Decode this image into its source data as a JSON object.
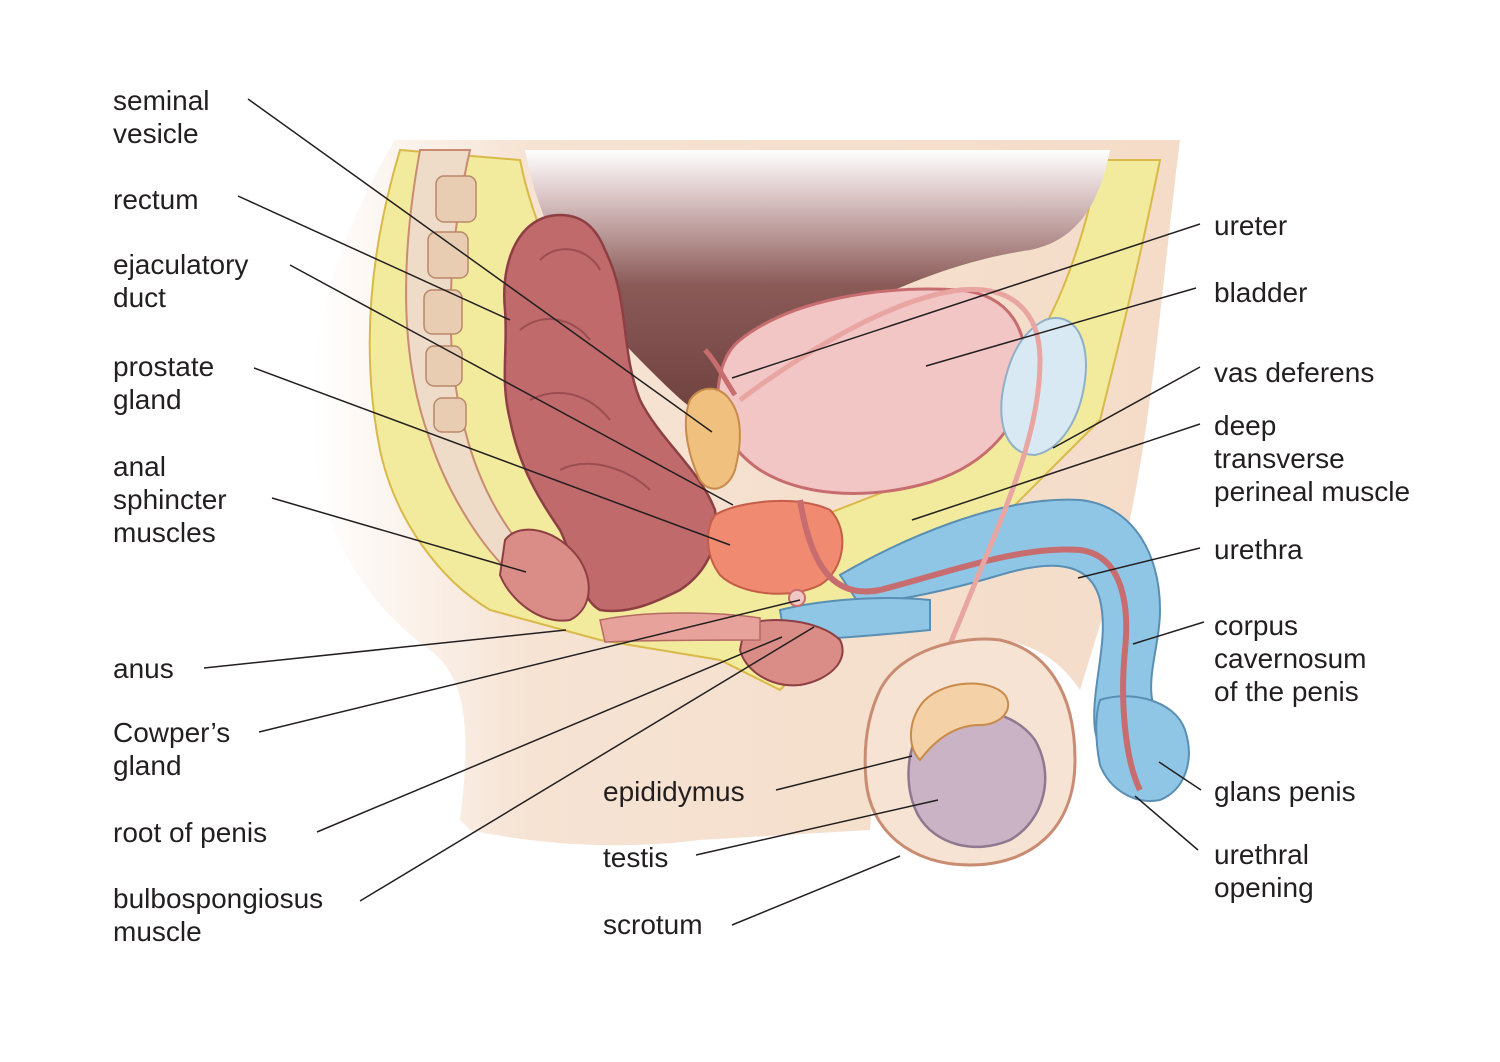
{
  "labels": {
    "seminal_vesicle": [
      "seminal",
      "vesicle"
    ],
    "rectum": [
      "rectum"
    ],
    "ejaculatory_duct": [
      "ejaculatory",
      "duct"
    ],
    "prostate_gland": [
      "prostate",
      "gland"
    ],
    "anal_sphincter_muscles": [
      "anal",
      "sphincter",
      "muscles"
    ],
    "anus": [
      "anus"
    ],
    "cowpers_gland": [
      "Cowper’s",
      "gland"
    ],
    "root_of_penis": [
      "root of penis"
    ],
    "bulbospongiosus_muscle": [
      "bulbospongiosus",
      "muscle"
    ],
    "epididymus": [
      "epididymus"
    ],
    "testis": [
      "testis"
    ],
    "scrotum": [
      "scrotum"
    ],
    "ureter": [
      "ureter"
    ],
    "bladder": [
      "bladder"
    ],
    "vas_deferens": [
      "vas deferens"
    ],
    "deep_transverse_perineal_muscle": [
      "deep",
      "transverse",
      "perineal muscle"
    ],
    "urethra": [
      "urethra"
    ],
    "corpus_cavernosum": [
      "corpus",
      "cavernosum",
      "of the penis"
    ],
    "glans_penis": [
      "glans penis"
    ],
    "urethral_opening": [
      "urethral",
      "opening"
    ]
  },
  "colors": {
    "skin": "#f6e3d3",
    "skin_edge": "#c98b72",
    "fat": "#f2ea9c",
    "cavity": "#7a4a48",
    "rectum": "#c06a6c",
    "bladder": "#f2c6c4",
    "prostate": "#f08a70",
    "corpus": "#8fc6e6",
    "testis": "#c9b3c4",
    "epididymis": "#f4d1a6",
    "vertebra": "#e8cdb2",
    "line": "#231f20"
  }
}
